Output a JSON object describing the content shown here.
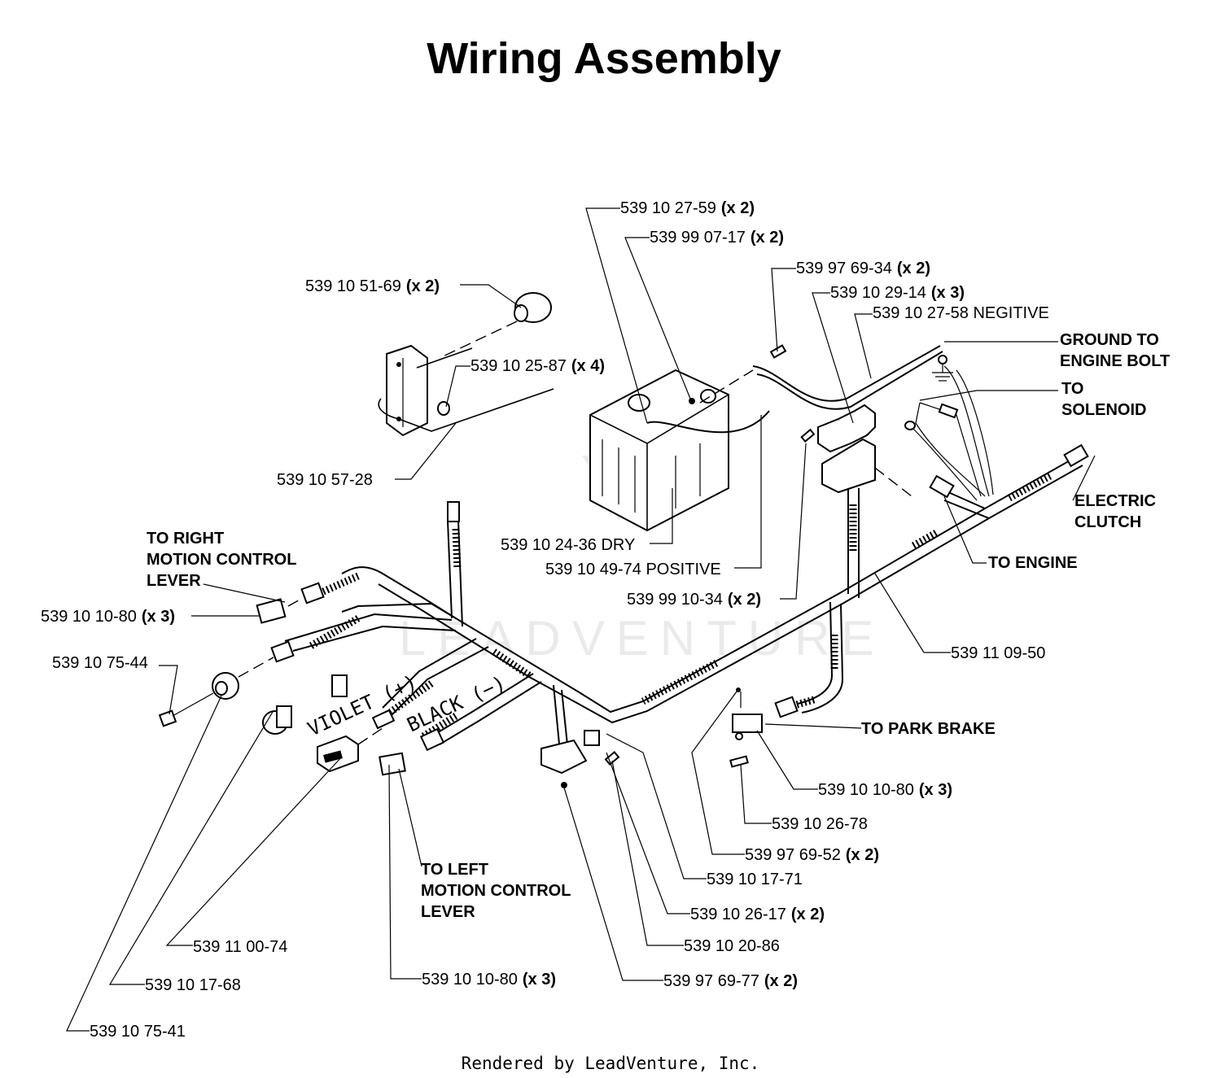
{
  "title": "Wiring Assembly",
  "watermark": "LEADVENTURE",
  "footer": "Rendered by LeadVenture, Inc.",
  "callouts": [
    {
      "id": "c-27-59",
      "part": "539 10 27-59",
      "qty": "(x 2)"
    },
    {
      "id": "c-07-17",
      "part": "539 99 07-17",
      "qty": "(x 2)"
    },
    {
      "id": "c-69-34",
      "part": "539 97 69-34",
      "qty": "(x 2)"
    },
    {
      "id": "c-29-14",
      "part": "539 10 29-14",
      "qty": "(x 3)"
    },
    {
      "id": "c-27-58",
      "part": "539 10 27-58 NEGITIVE",
      "qty": ""
    },
    {
      "id": "c-51-69",
      "part": "539 10 51-69",
      "qty": "(x 2)"
    },
    {
      "id": "c-25-87",
      "part": "539 10 25-87",
      "qty": "(x 4)"
    },
    {
      "id": "c-57-28",
      "part": "539 10 57-28",
      "qty": ""
    },
    {
      "id": "c-24-36",
      "part": "539 10 24-36 DRY",
      "qty": ""
    },
    {
      "id": "c-49-74",
      "part": "539 10 49-74 POSITIVE",
      "qty": ""
    },
    {
      "id": "c-10-34",
      "part": "539 99 10-34",
      "qty": "(x 2)"
    },
    {
      "id": "c-09-50",
      "part": "539 11 09-50",
      "qty": ""
    },
    {
      "id": "c-10-80a",
      "part": "539 10 10-80",
      "qty": "(x 3)"
    },
    {
      "id": "c-75-44",
      "part": "539 10 75-44",
      "qty": ""
    },
    {
      "id": "c-10-80b",
      "part": "539 10 10-80",
      "qty": "(x 3)"
    },
    {
      "id": "c-26-78",
      "part": "539 10 26-78",
      "qty": ""
    },
    {
      "id": "c-69-52",
      "part": "539 97 69-52",
      "qty": "(x 2)"
    },
    {
      "id": "c-17-71",
      "part": "539 10 17-71",
      "qty": ""
    },
    {
      "id": "c-26-17",
      "part": "539 10 26-17",
      "qty": "(x 2)"
    },
    {
      "id": "c-20-86",
      "part": "539 10 20-86",
      "qty": ""
    },
    {
      "id": "c-00-74",
      "part": "539 11 00-74",
      "qty": ""
    },
    {
      "id": "c-17-68",
      "part": "539 10 17-68",
      "qty": ""
    },
    {
      "id": "c-10-80c",
      "part": "539 10 10-80",
      "qty": "(x 3)"
    },
    {
      "id": "c-69-77",
      "part": "539 97 69-77",
      "qty": "(x 2)"
    },
    {
      "id": "c-75-41",
      "part": "539 10 75-41",
      "qty": ""
    }
  ],
  "notes": {
    "ground_1": "GROUND TO",
    "ground_2": "ENGINE BOLT",
    "solenoid_1": "TO",
    "solenoid_2": "SOLENOID",
    "clutch_1": "ELECTRIC",
    "clutch_2": "CLUTCH",
    "engine": "TO ENGINE",
    "right_1": "TO RIGHT",
    "right_2": "MOTION CONTROL",
    "right_3": "LEVER",
    "park": "TO PARK BRAKE",
    "left_1": "TO LEFT",
    "left_2": "MOTION CONTROL",
    "left_3": "LEVER"
  },
  "wire_labels": {
    "violet": "VIOLET (+)",
    "black": "BLACK (−)"
  }
}
